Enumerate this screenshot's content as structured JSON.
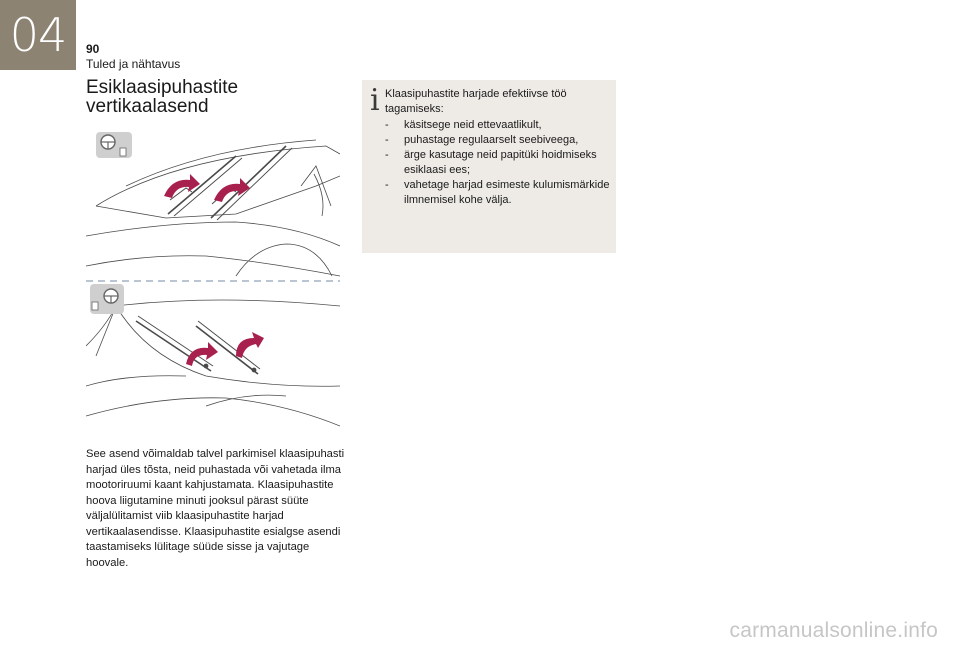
{
  "header": {
    "chapter_number": "04",
    "page_number": "90",
    "section_label": "Tuled ja nähtavus"
  },
  "title": "Esiklaasipuhastite vertikaalasend",
  "body_text": "See asend võimaldab talvel parkimisel klaasipuhasti harjad üles tõsta, neid puhastada või vahetada ilma mootoriruumi kaant kahjustamata. Klaasipuhastite hoova liigutamine minuti jooksul pärast süüte väljalülitamist viib klaasipuhastite harjad vertikaalasendisse. Klaasipuhastite esialgse asendi taastamiseks lülitage süüde sisse ja vajutage hoovale.",
  "info_box": {
    "icon": "info-icon",
    "icon_glyph": "i",
    "intro": "Klaasipuhastite harjade efektiivse töö tagamiseks:",
    "items": [
      {
        "dash": "-",
        "text": "käsitsege neid ettevaatlikult,"
      },
      {
        "dash": "-",
        "text": "puhastage regulaarselt seebiveega,"
      },
      {
        "dash": "-",
        "text": "ärge kasutage neid papitüki hoidmiseks esiklaasi ees;"
      },
      {
        "dash": "-",
        "text": "vahetage harjad esimeste kulumismärkide ilmnemisel kohe välja."
      }
    ]
  },
  "colors": {
    "chapter_tab": "#8c8373",
    "info_background": "#eeebe7",
    "arrow": "#a8204e",
    "line_art": "#4a4a4a",
    "dashed_separator": "#8fa5b8",
    "steering_badge": "#cfcfcf"
  },
  "watermark": "carmanualsonline.info"
}
